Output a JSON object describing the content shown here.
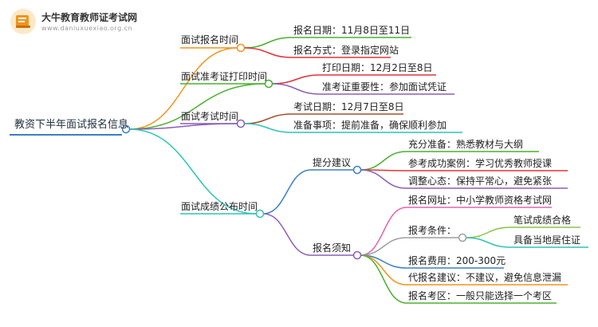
{
  "header": {
    "site_name": "大牛教育教师证考试网",
    "site_url": "www.daniuxuexiao.org.cn"
  },
  "colors": {
    "root": "#3b7fc4",
    "orange": "#f0941e",
    "green": "#4ab02e",
    "red": "#e0343a",
    "purple": "#8a5fb8",
    "brown": "#a0522d",
    "teal": "#2ec4b6",
    "blue": "#3b7fc4",
    "pink": "#e066b0",
    "lime": "#8bc34a",
    "gray": "#9e9e9e"
  },
  "mindmap": {
    "root": "教资下半年面试报名信息",
    "branches": [
      {
        "label": "面试报名时间",
        "children": [
          {
            "label": "报名日期：11月8日至11日"
          },
          {
            "label": "报名方式：登录指定网站"
          }
        ]
      },
      {
        "label": "面试准考证打印时间",
        "children": [
          {
            "label": "打印日期：12月2日至8日"
          },
          {
            "label": "准考证重要性：参加面试凭证"
          }
        ]
      },
      {
        "label": "面试考试时间",
        "children": [
          {
            "label": "考试日期：12月7日至8日"
          },
          {
            "label": "准备事项：提前准备，确保顺利参加"
          }
        ]
      },
      {
        "label": "面试成绩公布时间",
        "children": [
          {
            "label": "提分建议",
            "children": [
              {
                "label": "充分准备：熟悉教材与大纲"
              },
              {
                "label": "参考成功案例：学习优秀教师授课"
              },
              {
                "label": "调整心态：保持平常心，避免紧张"
              }
            ]
          },
          {
            "label": "报名须知",
            "children": [
              {
                "label": "报名网址：中小学教师资格考试网"
              },
              {
                "label": "报考条件：",
                "children": [
                  {
                    "label": "笔试成绩合格"
                  },
                  {
                    "label": "具备当地居住证"
                  }
                ]
              },
              {
                "label": "报名费用：200-300元"
              },
              {
                "label": "代报名建议：不建议，避免信息泄漏"
              },
              {
                "label": "报名考区：一般只能选择一个考区"
              }
            ]
          }
        ]
      }
    ]
  }
}
